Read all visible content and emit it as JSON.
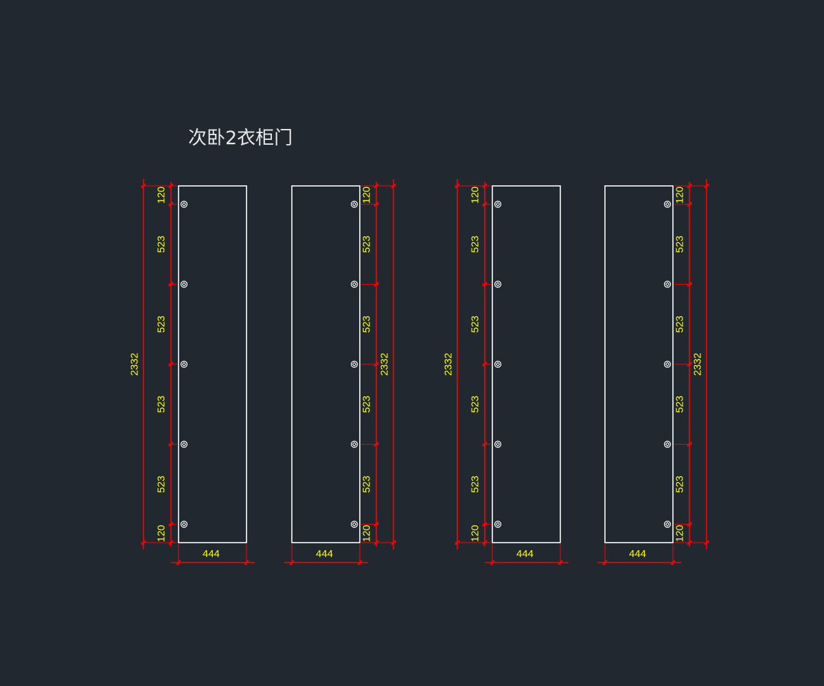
{
  "title": "次卧2衣柜门",
  "colors": {
    "background": "#212830",
    "panel": "#ffffff",
    "dimension_line": "#ff0000",
    "dimension_text": "#ffff00"
  },
  "panels": [
    {
      "id": "panel-1",
      "hinge_side": "left",
      "overall_dimension_side": "left",
      "width": "444",
      "height": "2332",
      "segments": [
        "120",
        "523",
        "523",
        "523",
        "523",
        "120"
      ]
    },
    {
      "id": "panel-2",
      "hinge_side": "right",
      "overall_dimension_side": "right",
      "width": "444",
      "height": "2332",
      "segments": [
        "120",
        "523",
        "523",
        "523",
        "523",
        "120"
      ]
    },
    {
      "id": "panel-3",
      "hinge_side": "left",
      "overall_dimension_side": "left",
      "width": "444",
      "height": "2332",
      "segments": [
        "120",
        "523",
        "523",
        "523",
        "523",
        "120"
      ]
    },
    {
      "id": "panel-4",
      "hinge_side": "right",
      "overall_dimension_side": "right",
      "width": "444",
      "height": "2332",
      "segments": [
        "120",
        "523",
        "523",
        "523",
        "523",
        "120"
      ]
    }
  ]
}
